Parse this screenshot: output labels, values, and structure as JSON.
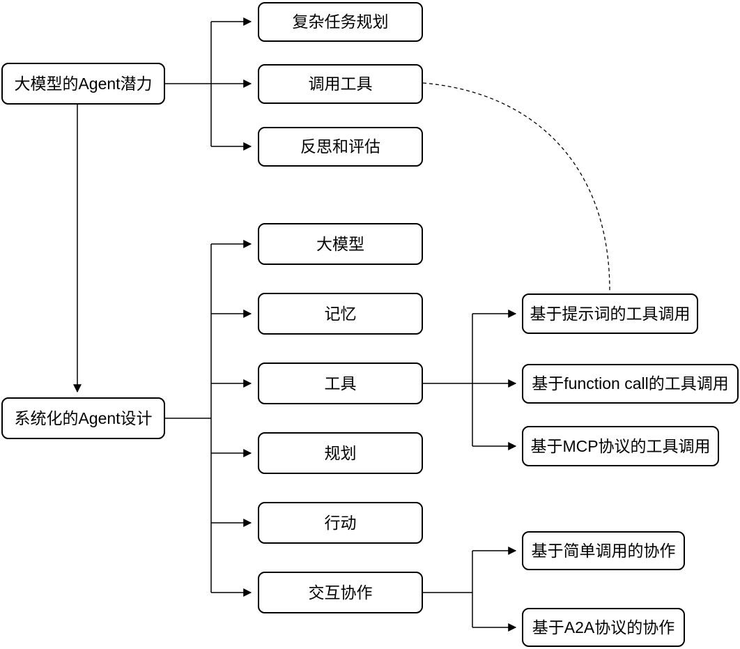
{
  "diagram": {
    "background_color": "#ffffff",
    "stroke_color": "#000000",
    "text_color": "#000000",
    "nodes": {
      "agent_potential": {
        "label": "大模型的Agent潜力"
      },
      "complex_task_planning": {
        "label": "复杂任务规划"
      },
      "tool_calling": {
        "label": "调用工具"
      },
      "reflection_evaluation": {
        "label": "反思和评估"
      },
      "systematic_design": {
        "label": "系统化的Agent设计"
      },
      "llm": {
        "label": "大模型"
      },
      "memory": {
        "label": "记忆"
      },
      "tools": {
        "label": "工具"
      },
      "planning": {
        "label": "规划"
      },
      "action": {
        "label": "行动"
      },
      "interaction_collab": {
        "label": "交互协作"
      },
      "prompt_tool_call": {
        "label": "基于提示词的工具调用"
      },
      "function_call_tool_call": {
        "label": "基于function call的工具调用"
      },
      "mcp_tool_call": {
        "label": "基于MCP协议的工具调用"
      },
      "simple_call_collab": {
        "label": "基于简单调用的协作"
      },
      "a2a_collab": {
        "label": "基于A2A协议的协作"
      }
    },
    "edges": [
      {
        "from": "agent_potential",
        "to": "complex_task_planning",
        "style": "solid",
        "arrow": true
      },
      {
        "from": "agent_potential",
        "to": "tool_calling",
        "style": "solid",
        "arrow": true
      },
      {
        "from": "agent_potential",
        "to": "reflection_evaluation",
        "style": "solid",
        "arrow": true
      },
      {
        "from": "agent_potential",
        "to": "systematic_design",
        "style": "solid",
        "arrow": true
      },
      {
        "from": "systematic_design",
        "to": "llm",
        "style": "solid",
        "arrow": true
      },
      {
        "from": "systematic_design",
        "to": "memory",
        "style": "solid",
        "arrow": true
      },
      {
        "from": "systematic_design",
        "to": "tools",
        "style": "solid",
        "arrow": true
      },
      {
        "from": "systematic_design",
        "to": "planning",
        "style": "solid",
        "arrow": true
      },
      {
        "from": "systematic_design",
        "to": "action",
        "style": "solid",
        "arrow": true
      },
      {
        "from": "systematic_design",
        "to": "interaction_collab",
        "style": "solid",
        "arrow": true
      },
      {
        "from": "tools",
        "to": "prompt_tool_call",
        "style": "solid",
        "arrow": true
      },
      {
        "from": "tools",
        "to": "function_call_tool_call",
        "style": "solid",
        "arrow": true
      },
      {
        "from": "tools",
        "to": "mcp_tool_call",
        "style": "solid",
        "arrow": true
      },
      {
        "from": "interaction_collab",
        "to": "simple_call_collab",
        "style": "solid",
        "arrow": true
      },
      {
        "from": "interaction_collab",
        "to": "a2a_collab",
        "style": "solid",
        "arrow": true
      },
      {
        "from": "tool_calling",
        "to": "prompt_tool_call",
        "style": "dashed",
        "arrow": false
      }
    ]
  }
}
